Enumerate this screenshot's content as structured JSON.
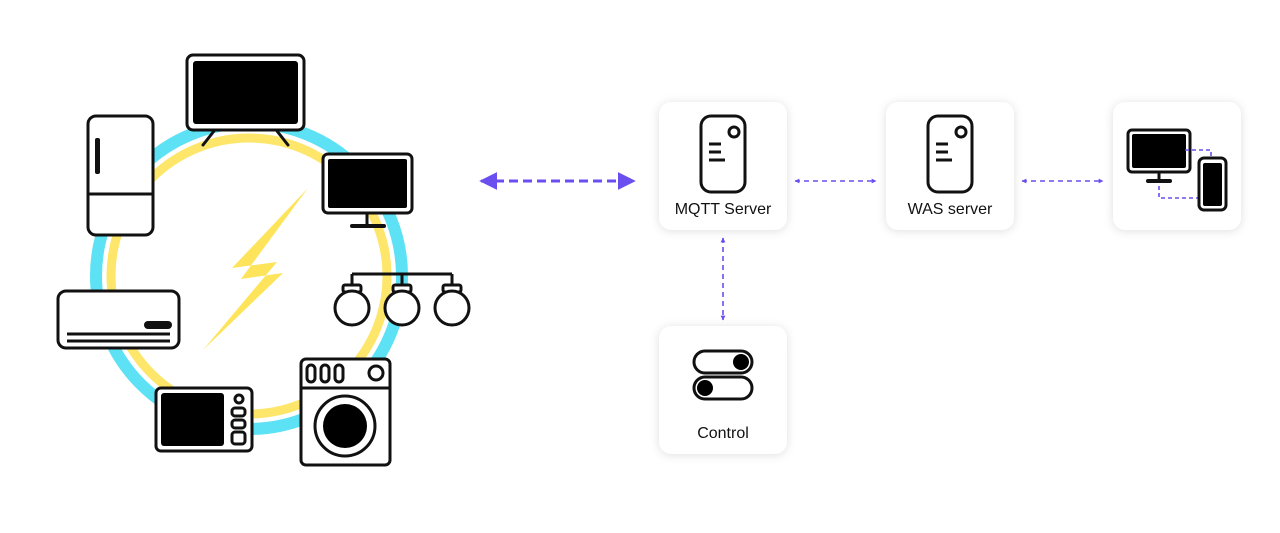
{
  "colors": {
    "arrow": "#6b4ef0",
    "ring_outer": "#5ce1f5",
    "ring_inner": "#fde66a",
    "bolt": "#fde45a",
    "icon_stroke": "#111111"
  },
  "devices": {
    "icons": [
      "refrigerator-icon",
      "tv-icon",
      "monitor-icon",
      "air-conditioner-icon",
      "ceiling-lights-icon",
      "microwave-icon",
      "washing-machine-icon",
      "lightning-icon"
    ]
  },
  "nodes": {
    "mqtt": {
      "label": "MQTT Server",
      "icon": "server-icon"
    },
    "was": {
      "label": "WAS server",
      "icon": "server-icon"
    },
    "client": {
      "label": "",
      "icon": "desktop-and-phone-icon"
    },
    "control": {
      "label": "Control",
      "icon": "toggle-switches-icon"
    }
  },
  "connections": [
    {
      "from": "devices",
      "to": "mqtt",
      "style": "bidirectional-dashed"
    },
    {
      "from": "mqtt",
      "to": "was",
      "style": "bidirectional-dashed"
    },
    {
      "from": "was",
      "to": "client",
      "style": "bidirectional-dashed"
    },
    {
      "from": "mqtt",
      "to": "control",
      "style": "bidirectional-dashed"
    }
  ]
}
